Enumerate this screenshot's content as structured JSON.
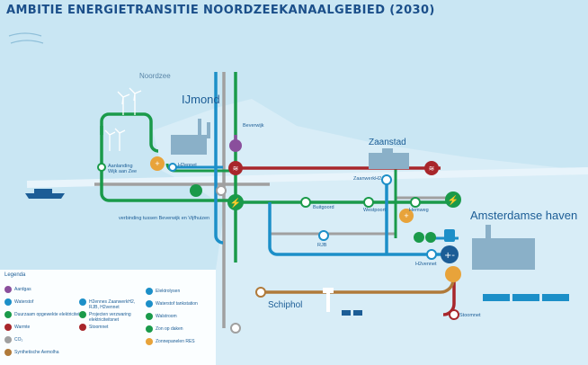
{
  "title": "AMBITIE ENERGIETRANSITIE NOORDZEEKANAALGEBIED (2030)",
  "regions": {
    "noordzee": "Noordzee",
    "ijmond": "IJmond",
    "zaanstad": "Zaanstad",
    "amsterdam": "Amsterdamse haven",
    "schiphol": "Schiphol"
  },
  "labels": {
    "beverwijk": "Beverwijk",
    "aanlanding": "Aanlanding\nWijk aan Zee",
    "h2ennet_west": "H2ennet",
    "zaanwerkh2": "ZaanwerkH2",
    "buitgoord": "Buitgoord",
    "westpoort": "Westpoort",
    "hemweg": "Hemweg",
    "r_b": "RJB",
    "h2vennet": "H2vennet",
    "stoomnet": "Stoomnet",
    "verbinding": "verbinding tussen Beverwijk en Vijfhuizen"
  },
  "colors": {
    "green": "#1a9a4a",
    "red": "#a8262b",
    "blue": "#1c8fc8",
    "navy": "#1c5d96",
    "grey": "#a0a0a0",
    "orange": "#e8a33a",
    "brown": "#b07a3a",
    "purple": "#8a4f9c"
  },
  "legend": {
    "title": "Legenda",
    "items": [
      {
        "label": "Aardgas",
        "color": "#8a4f9c"
      },
      {
        "label": "Waterstof",
        "color": "#1c8fc8"
      },
      {
        "label": "Duurzaam opgewekte elektriciteit",
        "color": "#1a9a4a"
      },
      {
        "label": "Warmte",
        "color": "#a8262b"
      },
      {
        "label": "CO₂",
        "color": "#a0a0a0"
      },
      {
        "label": "Synthetische Aemolha",
        "color": "#b07a3a"
      }
    ],
    "items2": [
      {
        "label": "H2ennes ZaanwerkH2,\nRJB, H2vennet",
        "color": "#1c8fc8"
      },
      {
        "label": "Projecten verzwaring\nelektriciteitsnet",
        "color": "#1a9a4a"
      },
      {
        "label": "Stoomnet",
        "color": "#a8262b"
      }
    ],
    "items3": [
      {
        "label": "Elektrolysen",
        "color": "#1c8fc8"
      },
      {
        "label": "Waterstof tankstation",
        "color": "#1c8fc8"
      },
      {
        "label": "Walstroom",
        "color": "#1a9a4a"
      },
      {
        "label": "Zon op daken",
        "color": "#1a9a4a"
      },
      {
        "label": "Zonnepanelen RES",
        "color": "#e8a33a"
      }
    ]
  }
}
